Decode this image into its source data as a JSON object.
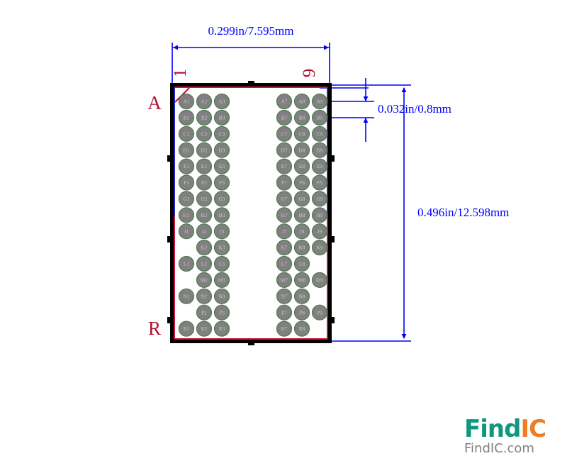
{
  "drawing": {
    "title": "BGA package outline drawing",
    "dimensions": {
      "width_label": "0.299in/7.595mm",
      "pitch_label": "0.032in/0.8mm",
      "height_label": "0.496in/12.598mm"
    },
    "markers": {
      "column_first": "1",
      "column_last": "9",
      "row_first": "A",
      "row_last": "R"
    },
    "colors": {
      "dimension": "#0000ff",
      "marker": "#b01030",
      "outline": "#000000",
      "edge_top": "#2222cc",
      "edge_bottom": "#cc1133",
      "ball_fill": "#808080",
      "ball_edge": "#4d7a4d",
      "ball_label": "#c8c8c8"
    },
    "rows": [
      "A",
      "B",
      "C",
      "D",
      "E",
      "F",
      "G",
      "H",
      "J",
      "K",
      "L",
      "M",
      "N",
      "P",
      "R"
    ],
    "columns_left": [
      1,
      2,
      3
    ],
    "columns_right": [
      7,
      8,
      9
    ],
    "balls": [
      "A1",
      "A2",
      "A3",
      "A7",
      "A8",
      "A9",
      "B1",
      "B2",
      "B3",
      "B7",
      "B8",
      "B9",
      "C1",
      "C2",
      "C3",
      "C7",
      "C8",
      "C9",
      "D1",
      "D2",
      "D3",
      "D7",
      "D8",
      "D9",
      "E1",
      "E2",
      "E3",
      "E7",
      "E8",
      "E9",
      "F1",
      "F2",
      "F3",
      "F7",
      "F8",
      "F9",
      "G1",
      "G2",
      "G3",
      "G7",
      "G8",
      "G9",
      "H1",
      "H2",
      "H3",
      "H7",
      "H8",
      "H9",
      "J1",
      "J2",
      "J3",
      "J7",
      "J8",
      "J9",
      "K2",
      "K3",
      "K7",
      "K8",
      "K9",
      "L1",
      "L2",
      "L3",
      "L7",
      "L8",
      "M2",
      "M3",
      "M7",
      "M8",
      "M9",
      "N1",
      "N2",
      "N3",
      "N7",
      "N8",
      "P2",
      "P3",
      "P7",
      "P8",
      "P9",
      "R1",
      "R2",
      "R3",
      "R7",
      "R8"
    ],
    "missing_balls": [
      "K1",
      "L9",
      "M1",
      "N9",
      "P1",
      "R9"
    ]
  },
  "logo": {
    "part_one": "Find",
    "part_two": "IC",
    "subtitle": "FindIC.com"
  }
}
